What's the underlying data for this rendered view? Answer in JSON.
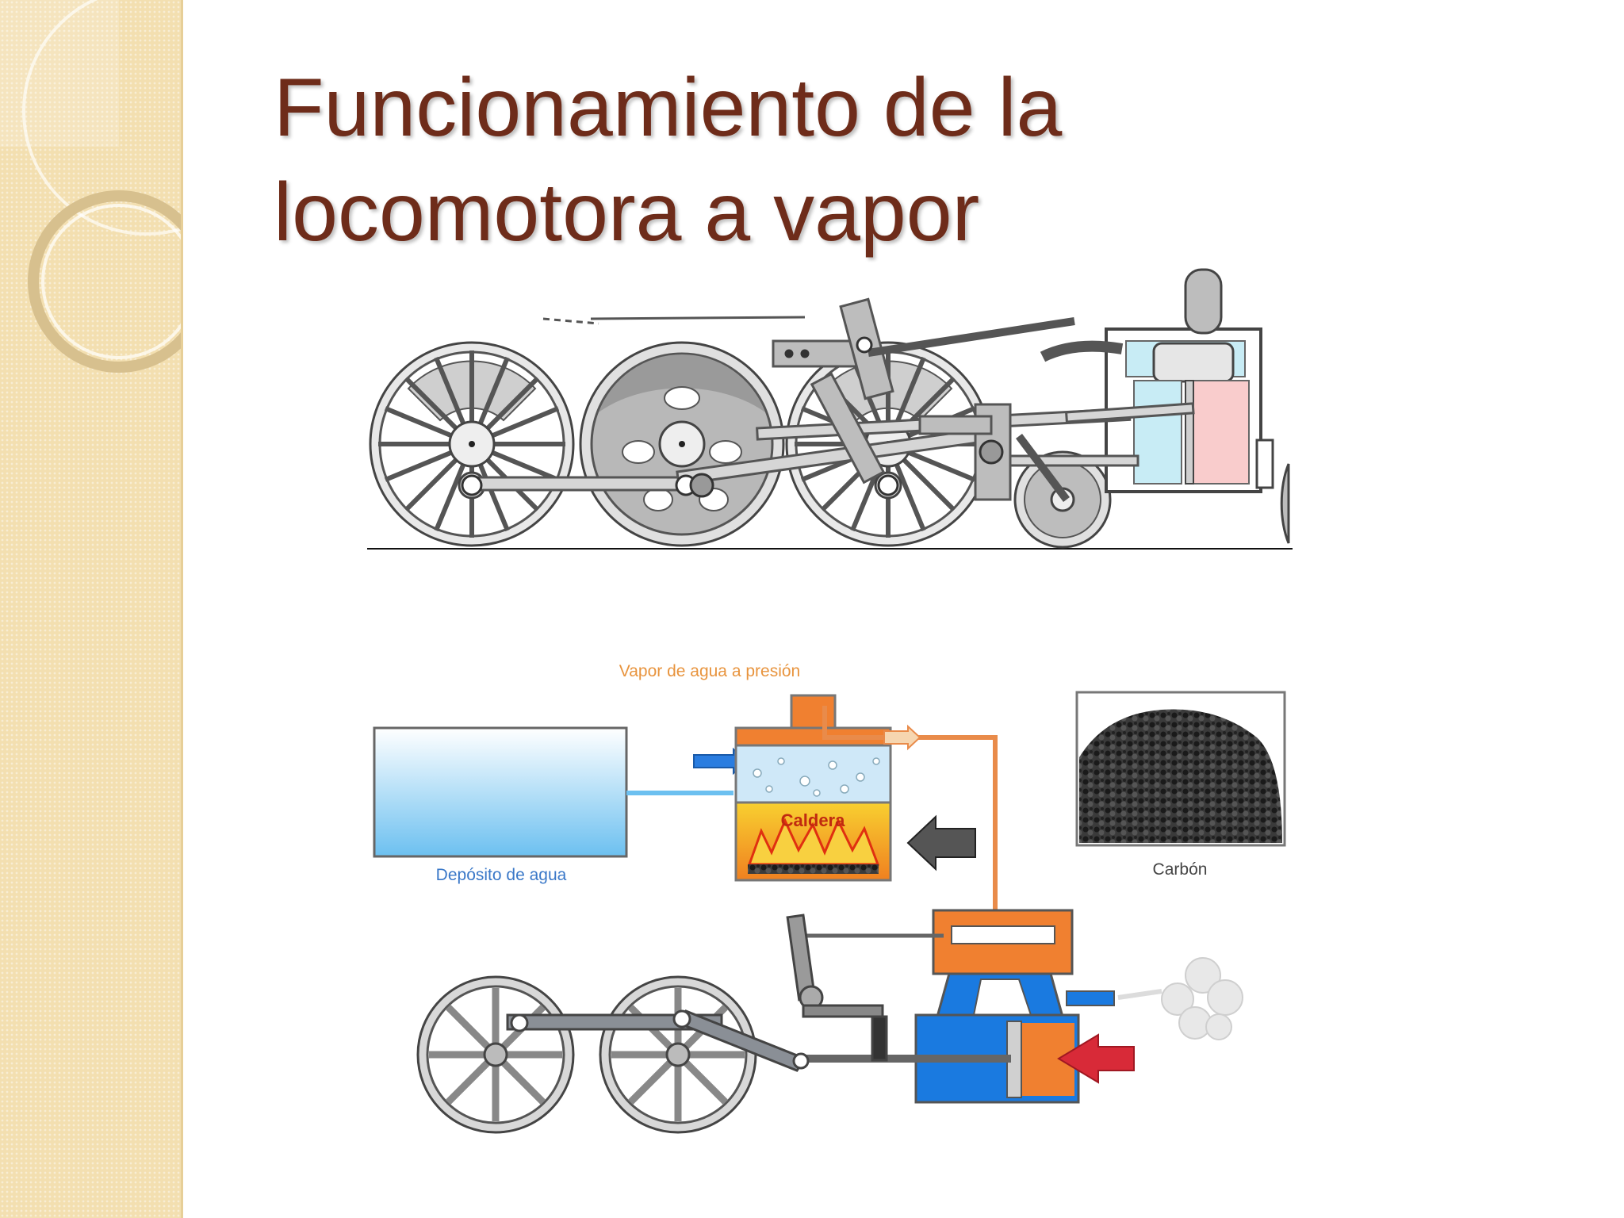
{
  "slide": {
    "title_line1": "Funcionamiento de la",
    "title_line2": "locomotora a vapor"
  },
  "diagram": {
    "label_steam": "Vapor de agua a presión",
    "label_boiler": "Caldera",
    "label_water_tank": "Depósito de agua",
    "label_coal": "Carbón"
  },
  "colors": {
    "title": "#6e2c1a",
    "sidebar": "#f3dfb0",
    "water": "#6cc0f0",
    "steam_pipe": "#e98b4a",
    "cylinder_blue": "#1a7ae0",
    "cylinder_orange": "#f08030",
    "fire": "#f0a020"
  }
}
